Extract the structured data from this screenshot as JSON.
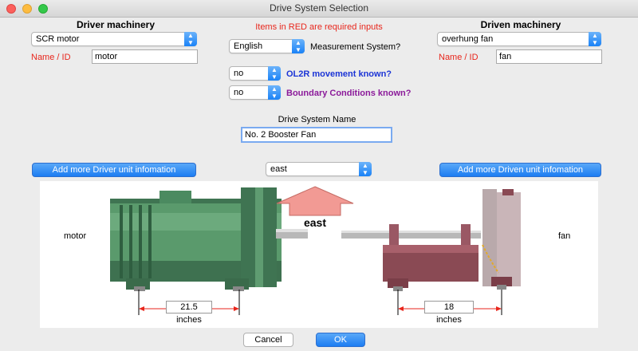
{
  "window": {
    "title": "Drive System Selection"
  },
  "driver": {
    "heading": "Driver machinery",
    "type": "SCR motor",
    "name_label": "Name / ID",
    "name_value": "motor",
    "add_button": "Add more Driver unit infomation",
    "canvas_label": "motor",
    "dimension": "21.5",
    "unit": "inches"
  },
  "driven": {
    "heading": "Driven machinery",
    "type": "overhung fan",
    "name_label": "Name / ID",
    "name_value": "fan",
    "add_button": "Add more Driven unit infomation",
    "canvas_label": "fan",
    "dimension": "18",
    "unit": "inches"
  },
  "center": {
    "required_note": "Items in RED are required inputs",
    "measurement_value": "English",
    "measurement_label": "Measurement System?",
    "ol2r_value": "no",
    "ol2r_label": "OL2R movement known?",
    "boundary_value": "no",
    "boundary_label": "Boundary Conditions known?",
    "system_name_label": "Drive System Name",
    "system_name_value": "No. 2 Booster Fan",
    "direction_value": "east",
    "direction_label": "east"
  },
  "footer": {
    "cancel": "Cancel",
    "ok": "OK"
  },
  "colors": {
    "accent": "#1c7df2",
    "required": "#e8261c",
    "ol2r": "#1b34d6",
    "boundary": "#8b1a9a",
    "arrow": "#f29a94",
    "motor": "#4f8a62",
    "fan_base": "#8a4a54"
  }
}
